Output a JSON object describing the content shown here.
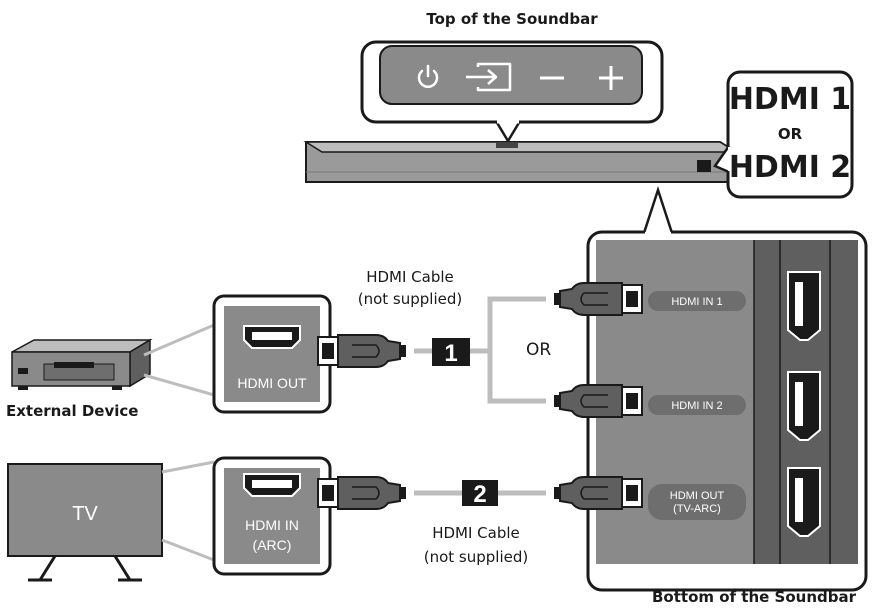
{
  "top_label": "Top of the Soundbar",
  "bottom_label": "Bottom of the Soundbar",
  "hdmi_callout": {
    "line1": "HDMI 1",
    "line2": "OR",
    "line3": "HDMI 2"
  },
  "cable_top": {
    "line1": "HDMI Cable",
    "line2": "(not supplied)"
  },
  "cable_bottom": {
    "line1": "HDMI Cable",
    "line2": "(not supplied)"
  },
  "or_label": "OR",
  "external_device_label": "External Device",
  "tv_text": "TV",
  "ext_port": "HDMI OUT",
  "tv_port": {
    "line1": "HDMI IN",
    "line2": "(ARC)"
  },
  "steps": {
    "one": "1",
    "two": "2"
  },
  "soundbar_ports": {
    "in1": "HDMI IN 1",
    "in2": "HDMI IN 2",
    "out_line1": "HDMI OUT",
    "out_line2": "(TV-ARC)"
  },
  "control_icons": [
    "power-icon",
    "source-icon",
    "minus-icon",
    "plus-icon"
  ],
  "colors": {
    "panel": "#8a8a8a",
    "dark_panel": "#5f5f5f",
    "cable": "#bdbdbd",
    "black": "#1a1a1a"
  }
}
